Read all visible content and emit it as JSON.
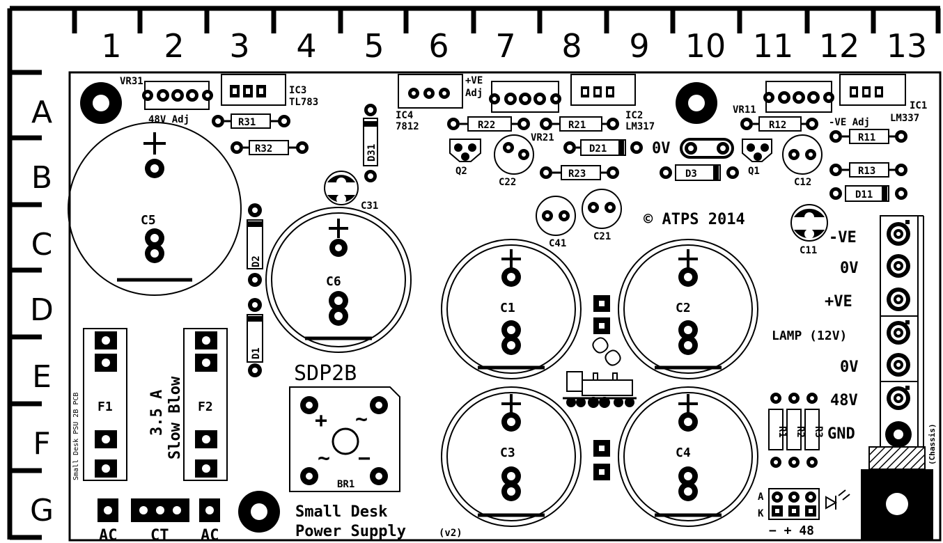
{
  "grid": {
    "columns": [
      "1",
      "2",
      "3",
      "4",
      "5",
      "6",
      "7",
      "8",
      "9",
      "10",
      "11",
      "12",
      "13"
    ],
    "rows": [
      "A",
      "B",
      "C",
      "D",
      "E",
      "F",
      "G"
    ]
  },
  "labels": {
    "vr31": "VR31",
    "v48adj": "48V  Adj",
    "ic3": "IC3",
    "tl783": "TL783",
    "r31": "R31",
    "r32": "R32",
    "d31": "D31",
    "c31": "C31",
    "ic4": "IC4",
    "ic4_part": "7812",
    "plus_ve_adj_1": "+VE",
    "plus_ve_adj_2": "Adj",
    "ic2": "IC2",
    "lm317": "LM317",
    "r22": "R22",
    "r21": "R21",
    "vr21": "VR21",
    "d21": "D21",
    "q2": "Q2",
    "c22": "C22",
    "r23": "R23",
    "c41": "C41",
    "c21": "C21",
    "ov_mid": "0V",
    "d3": "D3",
    "q1": "Q1",
    "c12": "C12",
    "vr11": "VR11",
    "r12": "R12",
    "ic1": "IC1",
    "minus_ve_adj": "-VE  Adj",
    "lm337": "LM337",
    "r11": "R11",
    "r13": "R13",
    "d11": "D11",
    "copyright": "© ATPS 2014",
    "c11": "C11",
    "c5": "C5",
    "c6": "C6",
    "d2": "D2",
    "d1": "D1",
    "c1": "C1",
    "c2": "C2",
    "c3": "C3",
    "c4": "C4",
    "f1": "F1",
    "f2": "F2",
    "fuse_rating": "3.5 A",
    "fuse_type": "Slow Blow",
    "side_text": "Small Desk PSU 2B PCB",
    "sdp2b": "SDP2B",
    "br1": "BR1",
    "br_plus": "+",
    "br_minus": "−",
    "br_ac1": "~",
    "br_ac2": "~",
    "r1": "R1",
    "r2": "R2",
    "r3": "R3",
    "term_minus_ve": "-VE",
    "term_0v_1": "0V",
    "term_plus_ve": "+VE",
    "term_lamp": "LAMP (12V)",
    "term_0v_2": "0V",
    "term_48v": "48V",
    "term_gnd": "GND",
    "chassis": "(Chassis)",
    "led_a": "A",
    "led_k": "K",
    "led_legend": "− + 48",
    "ac_left": "AC",
    "ct": "CT",
    "ac_right": "AC",
    "title1": "Small Desk",
    "title2": "Power Supply",
    "title_ver": "(v2)",
    "plus": "+"
  }
}
